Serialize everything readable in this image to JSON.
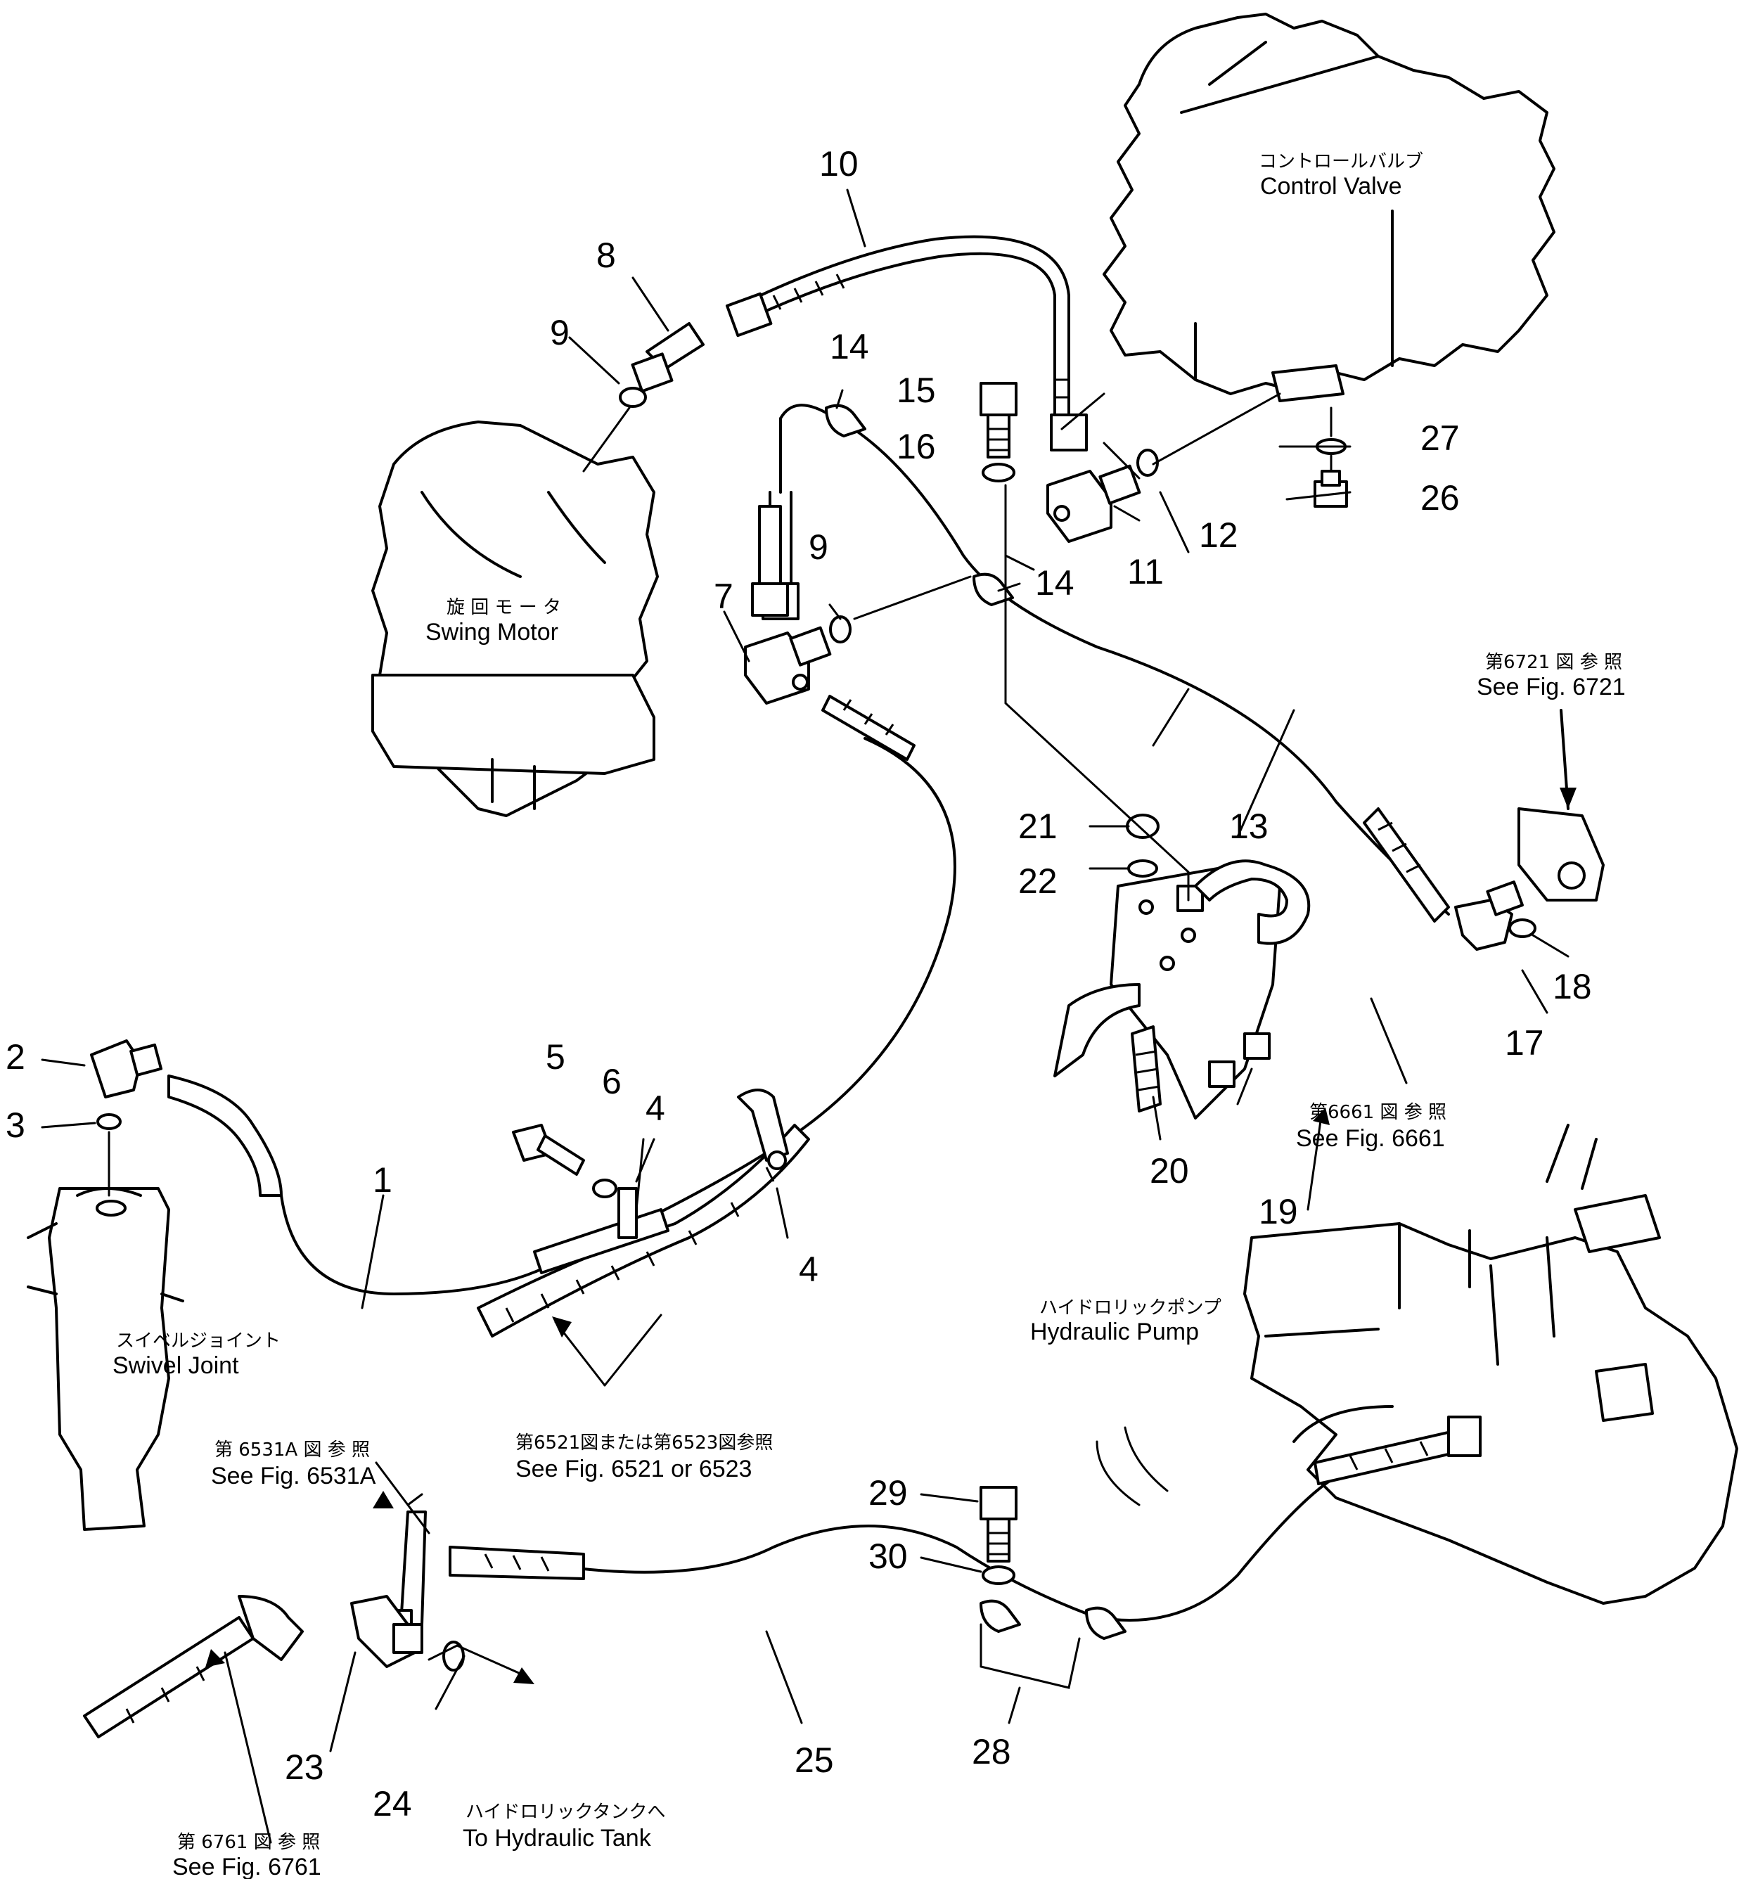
{
  "callouts": {
    "n1": "1",
    "n2": "2",
    "n3": "3",
    "n4a": "4",
    "n4b": "4",
    "n5": "5",
    "n6": "6",
    "n7": "7",
    "n8": "8",
    "n9a": "9",
    "n9b": "9",
    "n10": "10",
    "n11": "11",
    "n12": "12",
    "n13": "13",
    "n14a": "14",
    "n14b": "14",
    "n15": "15",
    "n16": "16",
    "n17": "17",
    "n18": "18",
    "n19": "19",
    "n20": "20",
    "n21": "21",
    "n22": "22",
    "n23": "23",
    "n24": "24",
    "n25": "25",
    "n26": "26",
    "n27": "27",
    "n28": "28",
    "n29": "29",
    "n30": "30"
  },
  "components": {
    "control_valve": {
      "jp": "コントロールバルブ",
      "en": "Control  Valve"
    },
    "swing_motor": {
      "jp": "旋 回 モ ー タ",
      "en": "Swing  Motor"
    },
    "swivel_joint": {
      "jp": "スイベルジョイント",
      "en": "Swivel  Joint"
    },
    "hydraulic_pump": {
      "jp": "ハイドロリックポンプ",
      "en": "Hydraulic  Pump"
    }
  },
  "references": {
    "fig6721": {
      "jp": "第6721 図 参 照",
      "en": "See Fig. 6721"
    },
    "fig6661": {
      "jp": "第6661 図 参 照",
      "en": "See Fig. 6661"
    },
    "fig6521": {
      "jp": "第6521図または第6523図参照",
      "en": "See  Fig.  6521  or  6523"
    },
    "fig6531a": {
      "jp": "第 6531A 図 参 照",
      "en": "See Fig. 6531A"
    },
    "fig6761": {
      "jp": "第 6761 図 参 照",
      "en": "See Fig. 6761"
    },
    "tank": {
      "jp": "ハイドロリックタンクへ",
      "en": "To  Hydraulic  Tank"
    }
  }
}
